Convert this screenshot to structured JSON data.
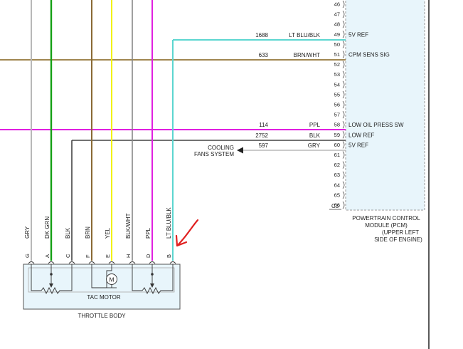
{
  "colors": {
    "gry": "#b8b8b8",
    "dk_grn": "#14a014",
    "blk": "#444444",
    "brn": "#8a6a35",
    "yel": "#f2f200",
    "blk_wht": "#888888",
    "ppl": "#e020e0",
    "lt_blu_blk": "#5cd6d0",
    "brn_wht": "#a08650",
    "box_fill": "#e8f5fb",
    "annotation": "#e02020"
  },
  "pcm": {
    "pins_top": [
      "46",
      "47",
      "48"
    ],
    "pins": [
      {
        "num": "49",
        "circuit": "1688",
        "color": "LT BLU/BLK",
        "signal": "5V REF"
      },
      {
        "num": "50",
        "circuit": "",
        "color": "",
        "signal": ""
      },
      {
        "num": "51",
        "circuit": "633",
        "color": "BRN/WHT",
        "signal": "CPM SENS SIG"
      },
      {
        "num": "52",
        "circuit": "",
        "color": "",
        "signal": ""
      },
      {
        "num": "53",
        "circuit": "",
        "color": "",
        "signal": ""
      },
      {
        "num": "54",
        "circuit": "",
        "color": "",
        "signal": ""
      },
      {
        "num": "55",
        "circuit": "",
        "color": "",
        "signal": ""
      },
      {
        "num": "56",
        "circuit": "",
        "color": "",
        "signal": ""
      },
      {
        "num": "57",
        "circuit": "",
        "color": "",
        "signal": ""
      },
      {
        "num": "58",
        "circuit": "114",
        "color": "PPL",
        "signal": "LOW OIL PRESS SW"
      },
      {
        "num": "59",
        "circuit": "2752",
        "color": "BLK",
        "signal": "LOW REF"
      },
      {
        "num": "60",
        "circuit": "597",
        "color": "GRY",
        "signal": "5V REF"
      },
      {
        "num": "61",
        "circuit": "",
        "color": "",
        "signal": ""
      },
      {
        "num": "62",
        "circuit": "",
        "color": "",
        "signal": ""
      },
      {
        "num": "63",
        "circuit": "",
        "color": "",
        "signal": ""
      },
      {
        "num": "64",
        "circuit": "",
        "color": "",
        "signal": ""
      },
      {
        "num": "65",
        "circuit": "",
        "color": "",
        "signal": ""
      },
      {
        "num": "66",
        "circuit": "",
        "color": "",
        "signal": ""
      }
    ],
    "connector_id": "C3",
    "label_lines": [
      "POWERTRAIN CONTROL",
      "MODULE (PCM)",
      "(UPPER LEFT",
      "SIDE OF ENGINE)"
    ]
  },
  "cooling_fans": {
    "line1": "COOLING",
    "line2": "FANS SYSTEM"
  },
  "throttle_body": {
    "wires": [
      {
        "pin": "G",
        "color": "GRY"
      },
      {
        "pin": "A",
        "color": "DK GRN"
      },
      {
        "pin": "C",
        "color": "BLK"
      },
      {
        "pin": "F",
        "color": "BRN"
      },
      {
        "pin": "E",
        "color": "YEL"
      },
      {
        "pin": "H",
        "color": "BLK/WHT"
      },
      {
        "pin": "D",
        "color": "PPL"
      },
      {
        "pin": "B",
        "color": "LT BLU/BLK"
      }
    ],
    "motor_symbol": "M",
    "motor_label": "TAC MOTOR",
    "label": "THROTTLE BODY"
  }
}
